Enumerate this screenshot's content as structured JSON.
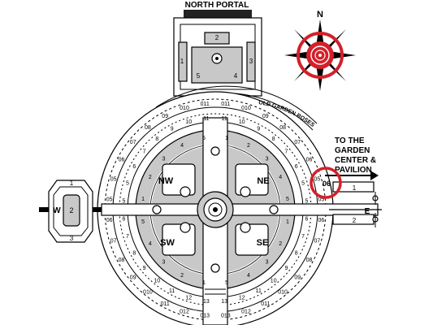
{
  "title": "NORTH PORTAL",
  "compass": {
    "label": "N",
    "icon": "compass-rose-icon",
    "emblem": "rose-emblem",
    "accent": "#d3202a"
  },
  "directions": {
    "line1": "TO THE",
    "line2": "GARDEN",
    "line3": "CENTER &",
    "line4": "PAVILION"
  },
  "arc_label": "OLD GARDEN ROSES",
  "highlight": {
    "bed": "06",
    "color": "#d3202a"
  },
  "quadrants": {
    "nw": "NW",
    "ne": "NE",
    "sw": "SW",
    "se": "SE"
  },
  "west": {
    "letter": "W",
    "number": "2",
    "top": "1",
    "bottom": "3"
  },
  "east": {
    "letter": "E",
    "path_1": "1",
    "path_2": "2"
  },
  "portal": {
    "top": "2",
    "left": "1",
    "right": "3",
    "inner_left": "5",
    "inner_right": "4"
  },
  "ring_labels": {
    "outer": [
      "011",
      "010",
      "09",
      "08",
      "07",
      "06",
      "05",
      "05",
      "06",
      "07",
      "08",
      "09",
      "010",
      "011",
      "012",
      "013",
      "013",
      "012",
      "011",
      "010",
      "09",
      "08",
      "07",
      "06",
      "05",
      "05",
      "06",
      "07",
      "08",
      "09",
      "010",
      "011"
    ],
    "inner": [
      "11",
      "10",
      "9",
      "8",
      "7",
      "6",
      "5",
      "5",
      "6",
      "7",
      "8",
      "9",
      "10",
      "11",
      "12",
      "13",
      "13",
      "12",
      "11",
      "10",
      "9",
      "8",
      "7",
      "6",
      "5",
      "5",
      "6",
      "7",
      "8",
      "9",
      "10",
      "11"
    ],
    "bed_numbers": [
      "1",
      "2",
      "3",
      "4",
      "5",
      "1",
      "2",
      "3",
      "4",
      "5",
      "1",
      "2",
      "3",
      "4",
      "5",
      "1",
      "2",
      "3",
      "4",
      "5"
    ]
  }
}
